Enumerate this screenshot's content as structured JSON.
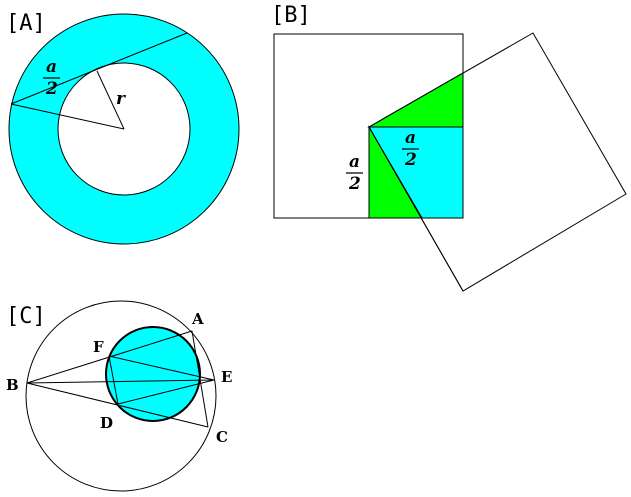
{
  "colors": {
    "cyan": "#00FFFF",
    "green": "#00FF00",
    "line": "#000000",
    "background": "#FFFFFF"
  },
  "panel_a": {
    "label": "[A]",
    "fraction_numerator": "a",
    "fraction_denominator": "2",
    "radius_label": "r"
  },
  "panel_b": {
    "label": "[B]",
    "fraction_right_numerator": "a",
    "fraction_right_denominator": "2",
    "fraction_left_numerator": "a",
    "fraction_left_denominator": "2"
  },
  "panel_c": {
    "label": "[C]",
    "points": {
      "A": "A",
      "B": "B",
      "C": "C",
      "D": "D",
      "E": "E",
      "F": "F"
    }
  }
}
